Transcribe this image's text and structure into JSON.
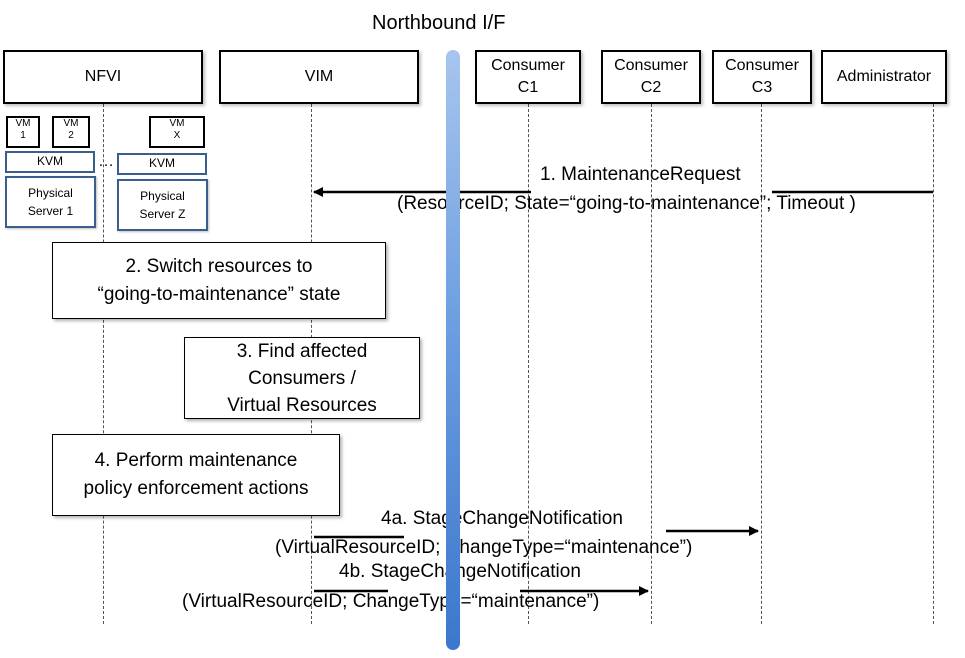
{
  "northbound_label": "Northbound I/F",
  "participants": {
    "nfvi": "NFVI",
    "vim": "VIM",
    "consumer_c1": [
      "Consumer",
      "C1"
    ],
    "consumer_c2": [
      "Consumer",
      "C2"
    ],
    "consumer_c3": [
      "Consumer",
      "C3"
    ],
    "administrator": "Administrator"
  },
  "nfvi_detail": {
    "vm1": [
      "VM",
      "1"
    ],
    "vm2": [
      "VM",
      "2"
    ],
    "vmx": [
      "VM",
      "X"
    ],
    "ellipsis": "…",
    "kvm_label": "KVM",
    "server1": [
      "Physical",
      "Server 1"
    ],
    "serverz": [
      "Physical",
      "Server Z"
    ]
  },
  "messages": {
    "m1_title": "1.   MaintenanceRequest",
    "m1_params": "(ResourceID; State=“going-to-maintenance”; Timeout )",
    "m4a_title": "4a. StageChangeNotification",
    "m4a_params": "(VirtualResourceID; ChangeType=“maintenance”)",
    "m4b_title": "4b. StageChangeNotification",
    "m4b_params": "(VirtualResourceID; ChangeType=“maintenance”)"
  },
  "steps": {
    "s2": [
      "2. Switch resources to",
      "“going-to-maintenance” state"
    ],
    "s3": [
      "3. Find affected",
      "Consumers /",
      "Virtual Resources"
    ],
    "s4": [
      "4. Perform maintenance",
      "policy enforcement actions"
    ]
  },
  "colors": {
    "bar_top": "#a7c5ee",
    "bar_bottom": "#3b77cd",
    "server_border": "#3a5f8f"
  }
}
